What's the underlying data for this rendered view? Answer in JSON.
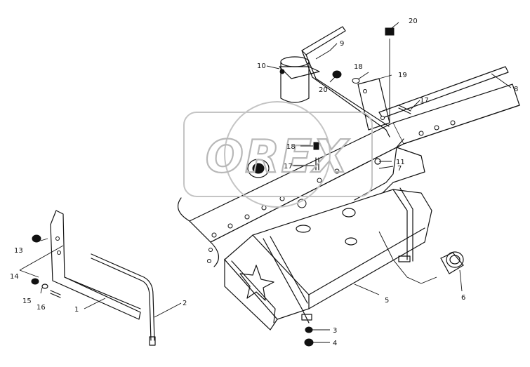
{
  "diagram": {
    "watermark": "OREX",
    "callouts": [
      {
        "id": "c1",
        "label": "1"
      },
      {
        "id": "c2",
        "label": "2"
      },
      {
        "id": "c3",
        "label": "3"
      },
      {
        "id": "c4",
        "label": "4"
      },
      {
        "id": "c5",
        "label": "5"
      },
      {
        "id": "c6",
        "label": "6"
      },
      {
        "id": "c7",
        "label": "7"
      },
      {
        "id": "c8",
        "label": "8"
      },
      {
        "id": "c9",
        "label": "9"
      },
      {
        "id": "c10",
        "label": "10"
      },
      {
        "id": "c11",
        "label": "11"
      },
      {
        "id": "c13",
        "label": "13"
      },
      {
        "id": "c14",
        "label": "14"
      },
      {
        "id": "c15",
        "label": "15"
      },
      {
        "id": "c16",
        "label": "16"
      },
      {
        "id": "c17a",
        "label": "17"
      },
      {
        "id": "c17b",
        "label": "17"
      },
      {
        "id": "c18a",
        "label": "18"
      },
      {
        "id": "c18b",
        "label": "18"
      },
      {
        "id": "c19",
        "label": "19"
      },
      {
        "id": "c20a",
        "label": "20"
      },
      {
        "id": "c20b",
        "label": "20"
      }
    ]
  }
}
